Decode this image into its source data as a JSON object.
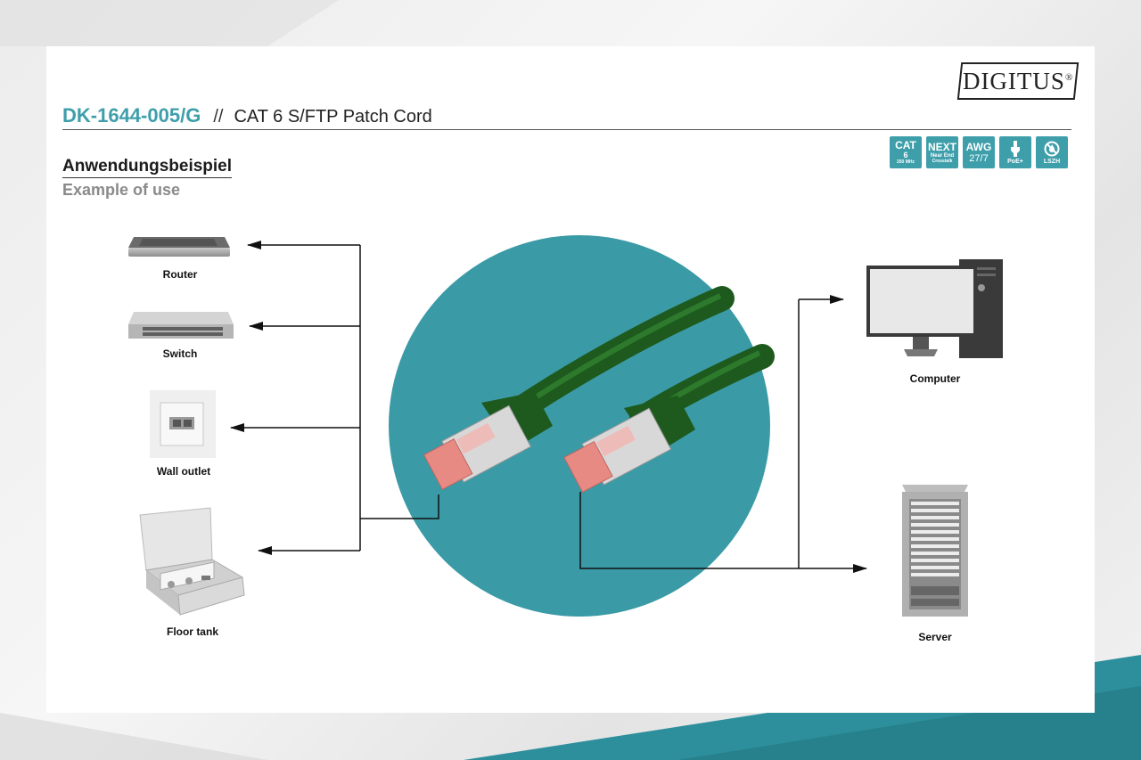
{
  "brand": {
    "logo_text": "DIGITUS",
    "registered_mark": "®"
  },
  "header": {
    "product_code": "DK-1644-005/G",
    "separator": "//",
    "product_desc": "CAT 6 S/FTP Patch Cord"
  },
  "badges": [
    {
      "line1": "CAT",
      "line2": "6",
      "line3": "250 MHz"
    },
    {
      "line1": "NEXT",
      "line2": "Near End",
      "line3": "Crosstalk"
    },
    {
      "line1": "AWG",
      "line2": "27/7",
      "line3": ""
    },
    {
      "line1": "",
      "line2": "PoE+",
      "line3": ""
    },
    {
      "line1": "",
      "line2": "LSZH",
      "line3": ""
    }
  ],
  "section": {
    "title_de": "Anwendungsbeispiel",
    "title_en": "Example of use"
  },
  "devices": {
    "router": "Router",
    "switch": "Switch",
    "wall_outlet": "Wall outlet",
    "floor_tank": "Floor tank",
    "computer": "Computer",
    "server": "Server"
  },
  "colors": {
    "accent": "#3e9fab",
    "circle": "#3a9aa6",
    "cable": "#1e5a1e",
    "plug_pink": "#e88a84",
    "bottom_teal": "#2e8f9c"
  }
}
